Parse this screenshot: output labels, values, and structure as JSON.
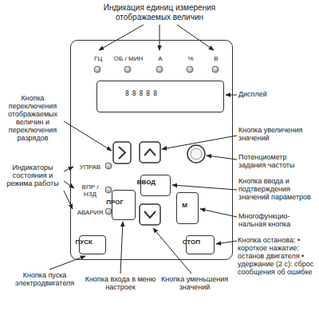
{
  "diagram": {
    "nodes": [
      {
        "text": [
          "ГЦ",
          "ОБ / МИН",
          "А",
          "%",
          "В",
          "УПРАВ",
          "ВПР / НЗД",
          "АВАРИЯ"
        ]
      },
      {
        "text": [
          "88888"
        ],
        "in": 0
      },
      {
        "text": [
          "ВВОД"
        ],
        "in": 0
      },
      {
        "text": [
          "ПРОГ"
        ],
        "in": 0
      },
      {
        "text": [
          "М"
        ],
        "in": 0
      },
      {
        "text": [
          "ПУСК"
        ],
        "in": 0
      },
      {
        "text": [
          "СТОП"
        ],
        "in": 0
      }
    ],
    "labels": [
      "Индикация единиц измерения отображаемых величин",
      "Дисплей",
      "Кнопка переключения отображаемых величин и переключения разрядов",
      "Кнопка увеличения значений",
      "Потенциометр задания частоты",
      "Кнопка ввода и подтверждения значений параметров",
      "Многофункцио- нальная кнопка",
      "Индикаторы состояния и режима работы",
      "Кнопка пуска электродвигателя",
      "Кнопка входа в меню настроек",
      "Кнопка уменьшения значений",
      "Кнопка останова: • короткое нажатие: останов двигателя • удержание (2 с): сброс сообщения об ошибке"
    ]
  }
}
